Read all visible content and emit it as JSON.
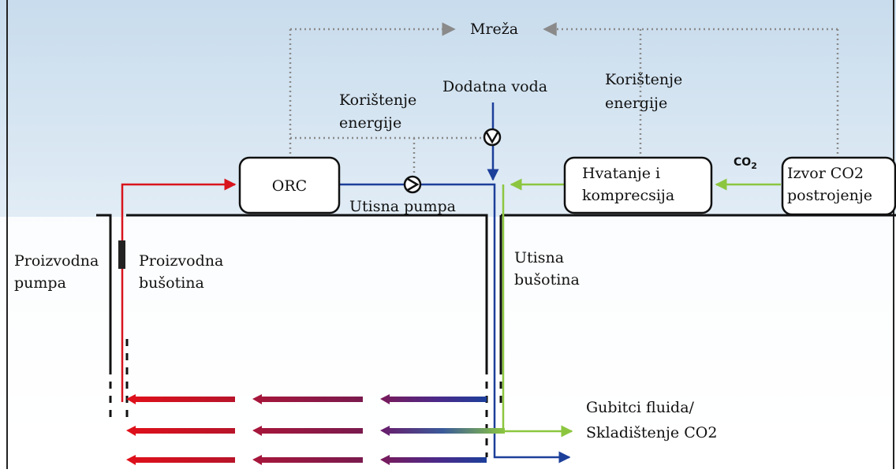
{
  "labels": {
    "mreza": "Mreža",
    "koristenje_left_1": "Korištenje",
    "koristenje_left_2": "energije",
    "dodatna_voda": "Dodatna voda",
    "koristenje_right_1": "Korištenje",
    "koristenje_right_2": "energije",
    "co2_main": "CO",
    "co2_sub": "2",
    "utisna_pumpa": "Utisna pumpa",
    "proizvodna_pumpa_1": "Proizvodna",
    "proizvodna_pumpa_2": "pumpa",
    "proizvodna_busotina_1": "Proizvodna",
    "proizvodna_busotina_2": "bušotina",
    "utisna_busotina_1": "Utisna",
    "utisna_busotina_2": "bušotina",
    "gubitci_1": "Gubitci fluida/",
    "gubitci_2": "Skladištenje CO2"
  },
  "boxes": {
    "orc": "ORC",
    "hvatanje_1": "Hvatanje i",
    "hvatanje_2": "komprecsija",
    "izvor_1": "Izvor CO2",
    "izvor_2": "postrojenje"
  },
  "colors": {
    "bg_top": "#c8dced",
    "bg_bottom": "#ffffff",
    "hot": "#d8141c",
    "mid": "#8e1842",
    "cold": "#1c3f9a",
    "co2_green": "#8cc63f",
    "dotted": "#8a8a8a",
    "ground": "#111111"
  }
}
